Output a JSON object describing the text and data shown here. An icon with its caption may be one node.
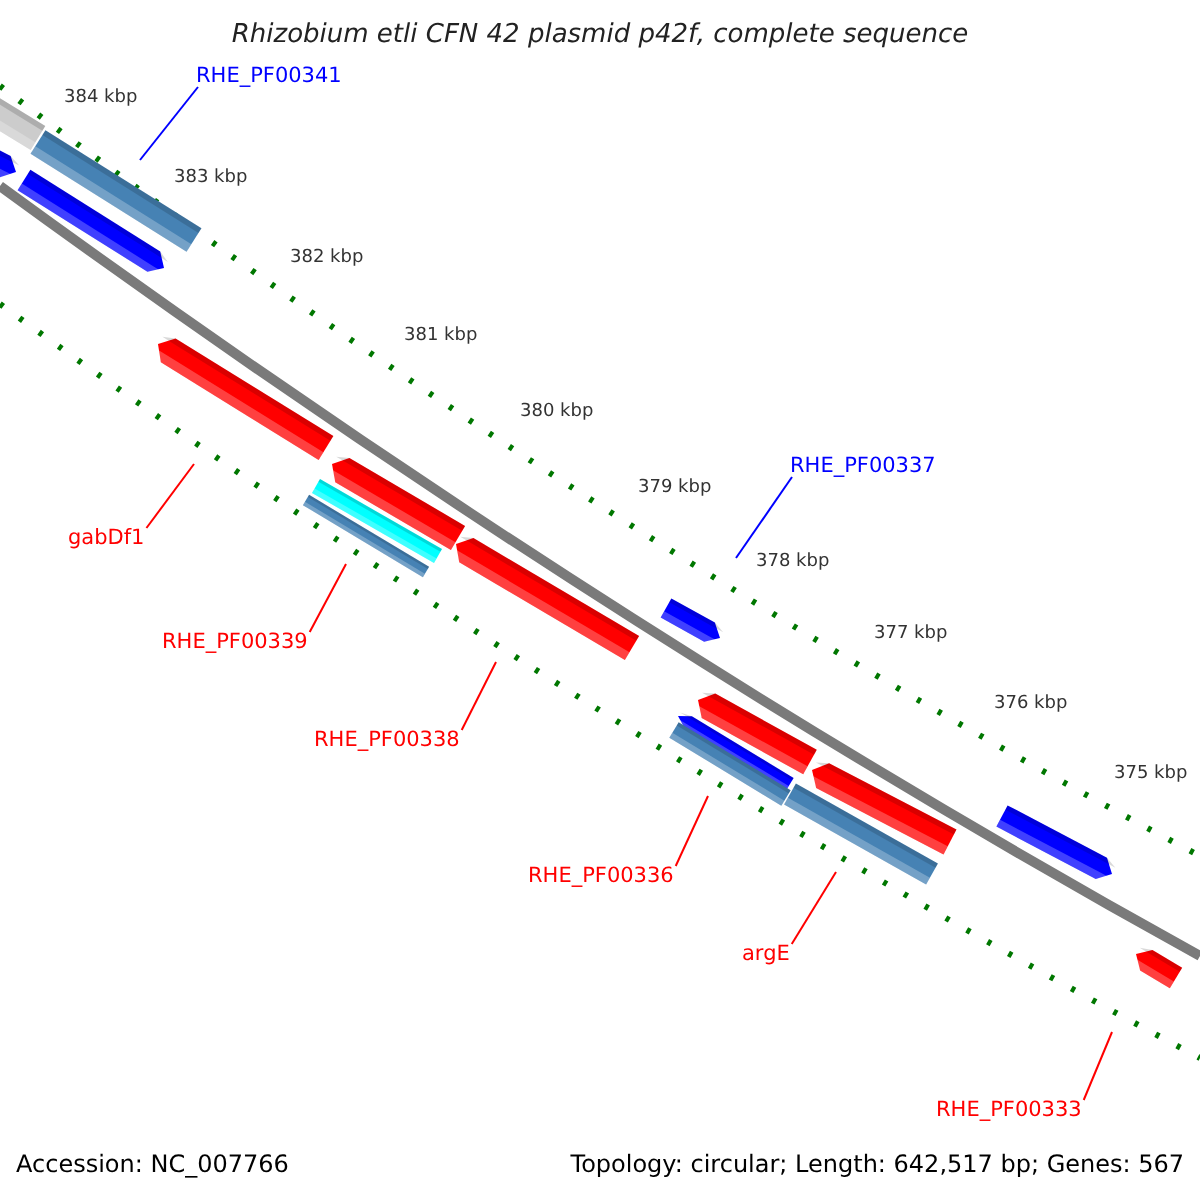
{
  "diagram": {
    "title": "Rhizobium etli CFN 42 plasmid p42f, complete sequence",
    "nodes": [
      {
        "text": [
          "RHE_PF00341"
        ]
      },
      {
        "text": [
          "RHE_PF00337"
        ]
      },
      {
        "text": [
          "gabDf1"
        ]
      },
      {
        "text": [
          "RHE_PF00339"
        ]
      },
      {
        "text": [
          "RHE_PF00338"
        ]
      },
      {
        "text": [
          "RHE_PF00336"
        ]
      },
      {
        "text": [
          "argE"
        ]
      },
      {
        "text": [
          "RHE_PF00333"
        ]
      }
    ],
    "edges": [
      {
        "from": 0,
        "to": null,
        "arrow": "none",
        "color": "#0000ff"
      },
      {
        "from": 1,
        "to": null,
        "arrow": "none",
        "color": "#0000ff"
      },
      {
        "from": 2,
        "to": null,
        "arrow": "none"
      },
      {
        "from": 3,
        "to": null,
        "arrow": "none"
      },
      {
        "from": 4,
        "to": null,
        "arrow": "none"
      },
      {
        "from": 5,
        "to": null,
        "arrow": "none"
      },
      {
        "from": 6,
        "to": null,
        "arrow": "none"
      },
      {
        "from": 7,
        "to": null,
        "arrow": "none"
      }
    ],
    "labels": [
      "384 kbp",
      "383 kbp",
      "382 kbp",
      "381 kbp",
      "380 kbp",
      "379 kbp",
      "378 kbp",
      "377 kbp",
      "376 kbp",
      "375 kbp",
      "Accession: NC_007766",
      "Topology: circular; Length: 642,517 bp; Genes: 567"
    ]
  }
}
